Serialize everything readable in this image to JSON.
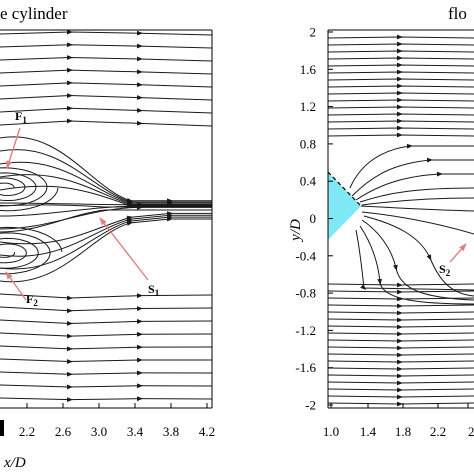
{
  "figure": {
    "left_title": "e cylinder",
    "right_title": "flo"
  },
  "left_panel": {
    "x_ticks": [
      "2.2",
      "2.6",
      "3.0",
      "3.4",
      "3.8",
      "4.2"
    ],
    "x_title": "x/D",
    "annotations": {
      "f1": {
        "main": "F",
        "sub": "1"
      },
      "f2": {
        "main": "F",
        "sub": "2"
      },
      "s1": {
        "main": "S",
        "sub": "1"
      }
    }
  },
  "right_panel": {
    "y_ticks": [
      "2",
      "1.6",
      "1.2",
      "0.8",
      "0.4",
      "0",
      "-0.4",
      "-0.8",
      "-1.2",
      "-1.6",
      "-2"
    ],
    "x_ticks": [
      "1.0",
      "1.4",
      "1.8",
      "2.2",
      "2"
    ],
    "y_title": "y/D",
    "annotations": {
      "s2": {
        "main": "S",
        "sub": "2"
      }
    }
  },
  "colors": {
    "streamline": "#1a1a1a",
    "frame": "#000000",
    "annotation_arrow": "#e08080",
    "cylinder_fill": "#7fe8f5"
  }
}
